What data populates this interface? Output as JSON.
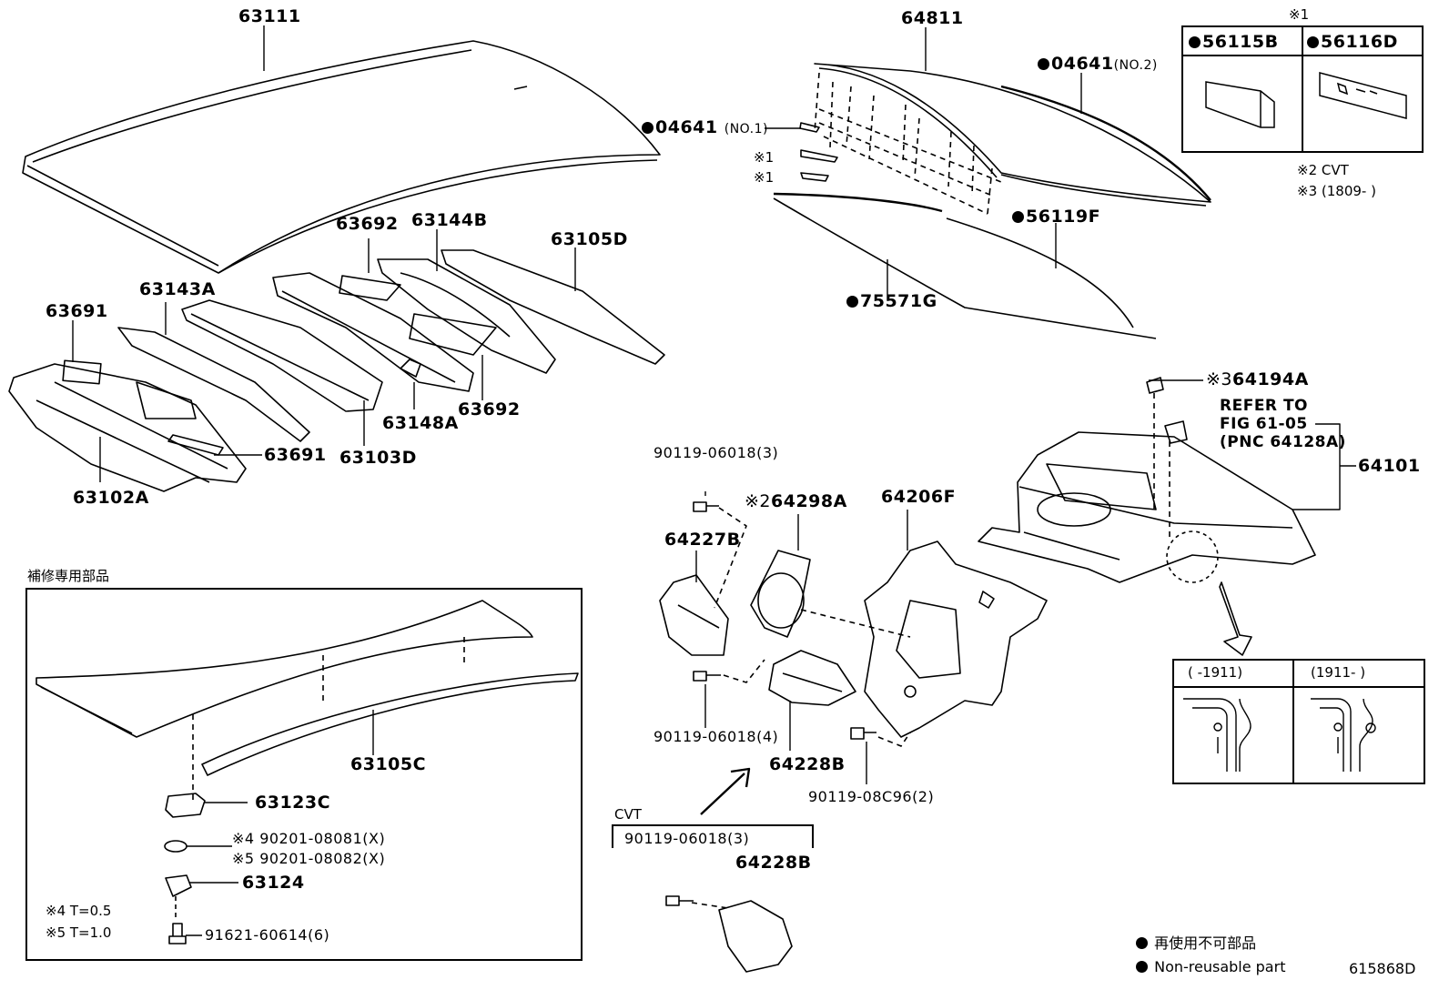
{
  "parts": {
    "p63111": "63111",
    "p64811": "64811",
    "p04641_no2": "04641",
    "p04641_no2_suffix": "(NO.2)",
    "p04641_no1": "04641",
    "p04641_no1_suffix": "(NO.1)",
    "p56119F": "56119F",
    "p75571G": "75571G",
    "p63692a": "63692",
    "p63144B": "63144B",
    "p63105D": "63105D",
    "p63143A": "63143A",
    "p63691a": "63691",
    "p63691b": "63691",
    "p63692b": "63692",
    "p63148A": "63148A",
    "p63103D": "63103D",
    "p63102A": "63102A",
    "p64194A": "64194A",
    "p64101": "64101",
    "p90119_06018_3a": "90119-06018(3)",
    "p64298A": "64298A",
    "p64206F": "64206F",
    "p64227B": "64227B",
    "p90119_06018_4": "90119-06018(4)",
    "p64228B_a": "64228B",
    "p90119_08C96_2": "90119-08C96(2)",
    "p90119_06018_3b": "90119-06018(3)",
    "p64228B_b": "64228B",
    "p63105C": "63105C",
    "p63123C": "63123C",
    "p90201_08081": "90201-08081(X)",
    "p90201_08082": "90201-08082(X)",
    "p63124": "63124",
    "p91621_60614": "91621-60614(6)"
  },
  "marks": {
    "m1_top": "※1",
    "m1_a": "※1",
    "m1_b": "※1",
    "m2": "※2",
    "m3": "※3",
    "m4": "※4",
    "m5": "※5"
  },
  "refer": {
    "line1": "REFER TO",
    "line2": "FIG 61-05",
    "line3": "(PNC 64128A)"
  },
  "legend_box": {
    "col1": "56115B",
    "col2": "56116D"
  },
  "notes": {
    "n2": "※2 CVT",
    "n3": "※3 (1809-      )",
    "n4": "※4 T=0.5",
    "n5": "※5 T=1.0",
    "cvt": "CVT",
    "repair_title": "補修専用部品",
    "nonreuse_jp": "再使用不可部品",
    "nonreuse_en": "Non-reusable part",
    "figure_id": "615868D"
  },
  "inset": {
    "col1": "(    -1911)",
    "col2": "(1911-     )"
  }
}
